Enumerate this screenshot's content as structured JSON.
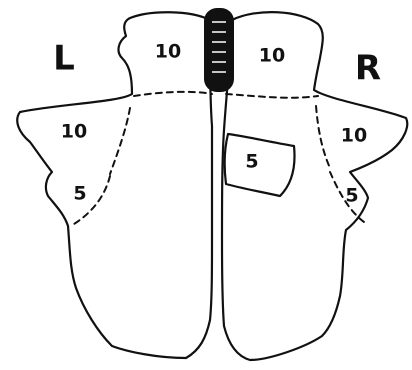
{
  "side_labels": {
    "left": "L",
    "right": "R"
  },
  "regions": {
    "left_upper": "10",
    "right_upper": "10",
    "left_middle": "10",
    "right_middle": "10",
    "left_lower": "5",
    "right_lower": "5",
    "central": "5"
  },
  "colors": {
    "stroke": "#111111",
    "fill": "#ffffff",
    "spine": "#111111"
  }
}
